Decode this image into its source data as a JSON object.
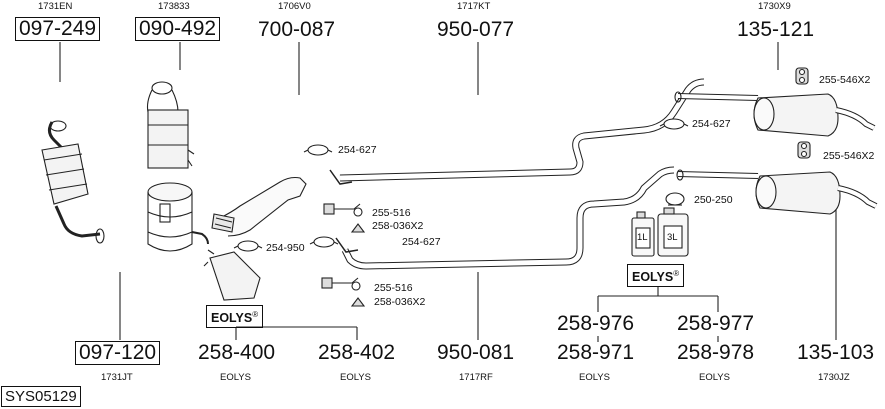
{
  "top_codes": [
    "1731EN",
    "173833",
    "1706V0",
    "1717KT",
    "1730X9"
  ],
  "top_numbers": [
    "097-249",
    "090-492",
    "700-087",
    "950-077",
    "135-121"
  ],
  "bottom_numbers": [
    "097-120",
    "258-400",
    "258-402",
    "950-081",
    "258-976",
    "258-977",
    "258-971",
    "258-978",
    "135-103"
  ],
  "bottom_codes": [
    "1731JT",
    "EOLYS",
    "EOLYS",
    "1717RF",
    "EOLYS",
    "EOLYS",
    "1730JZ"
  ],
  "callouts": {
    "c1": "255-546X2",
    "c2": "254-627",
    "c3": "255-546X2",
    "c4": "254-627",
    "c5": "250-250",
    "c6": "255-516",
    "c7": "258-036X2",
    "c8": "254-950",
    "c9": "254-627",
    "c10": "255-516",
    "c11": "258-036X2"
  },
  "eolys_label": "EOLYS",
  "bottles": [
    "1L",
    "3L"
  ],
  "reg_mark": "®",
  "footer_code": "SYS05129"
}
